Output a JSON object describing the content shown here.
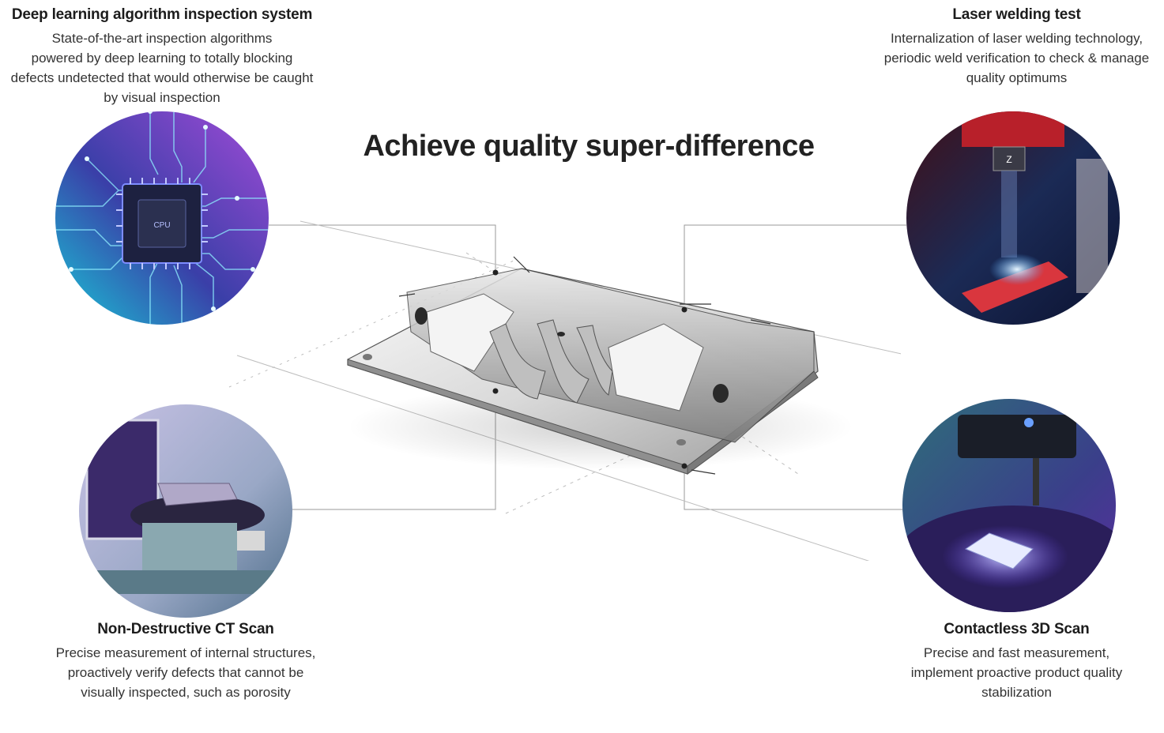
{
  "headline": "Achieve quality super-difference",
  "features": {
    "deep_learning": {
      "title": "Deep learning algorithm inspection system",
      "lines": [
        "State-of-the-art inspection algorithms",
        "powered by deep learning to totally blocking",
        "defects undetected that would otherwise be caught",
        "by visual inspection"
      ],
      "image_icon": "cpu-circuit-image",
      "chip_label": "CPU"
    },
    "laser_welding": {
      "title": "Laser welding test",
      "lines": [
        "Internalization of laser welding technology,",
        "periodic weld verification to check & manage",
        "quality optimums"
      ],
      "image_icon": "laser-welding-image",
      "machine_label": "Z"
    },
    "ct_scan": {
      "title": "Non-Destructive CT Scan",
      "lines": [
        "Precise measurement of internal structures,",
        "proactively verify defects that cannot be",
        "visually inspected, such as porosity"
      ],
      "image_icon": "ct-scanner-image"
    },
    "scan_3d": {
      "title": "Contactless 3D Scan",
      "lines": [
        "Precise and fast measurement,",
        "implement proactive product quality",
        "stabilization"
      ],
      "image_icon": "3d-scanner-image"
    }
  },
  "center_image": "machined-part-sketch",
  "colors": {
    "title_text": "#1c1c1c",
    "body_text": "#333333",
    "connector_line": "#9a9a9a",
    "dot": "#222222"
  }
}
